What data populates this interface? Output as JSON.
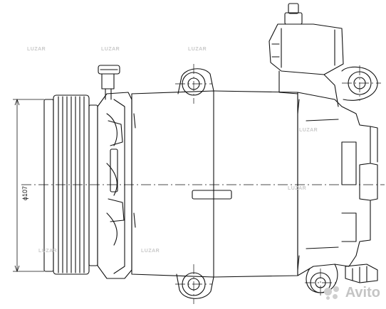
{
  "diagram": {
    "dimension_label": "ϕ107"
  },
  "watermarks": {
    "brand": "LUZAR",
    "avito": "Avito"
  }
}
